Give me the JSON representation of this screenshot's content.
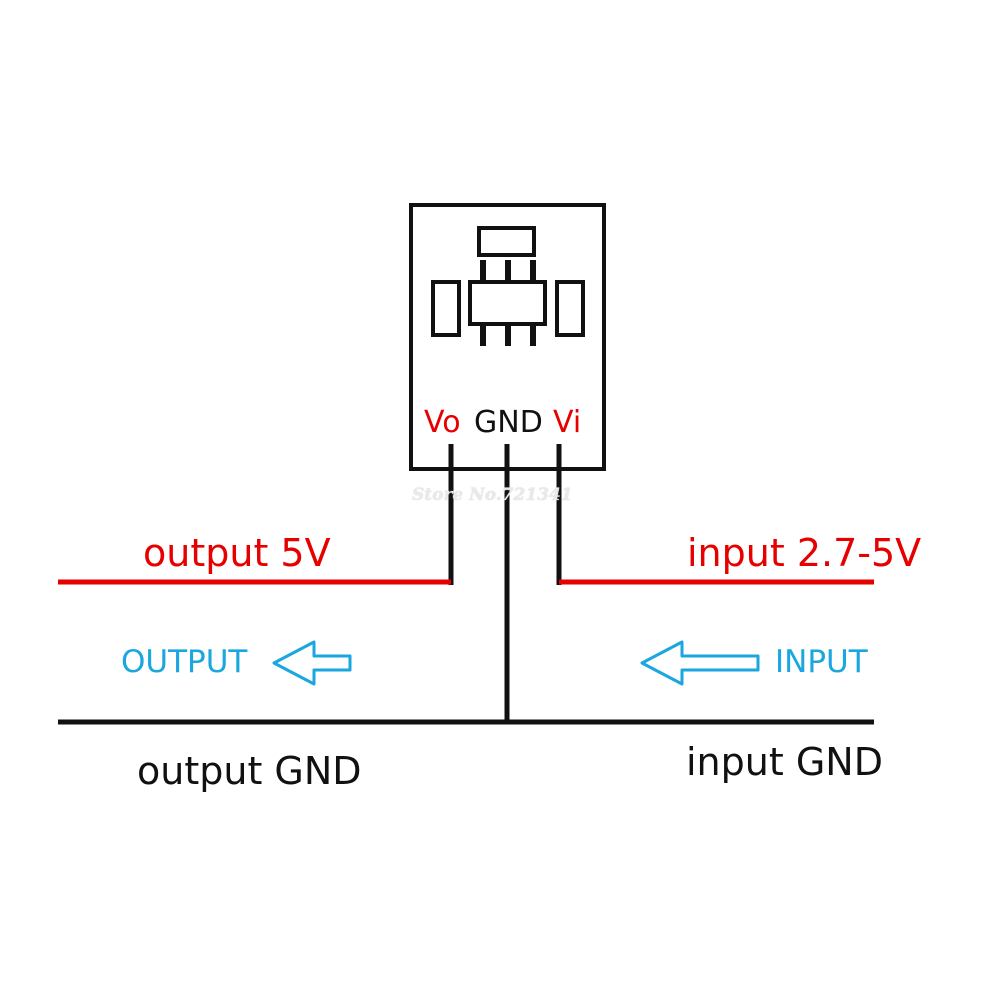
{
  "pins": {
    "vo": "Vo",
    "gnd": "GND",
    "vi": "Vi"
  },
  "labels": {
    "output_voltage": "output 5V",
    "input_voltage": "input 2.7-5V",
    "output_arrow": "OUTPUT",
    "input_arrow": "INPUT",
    "output_gnd": "output GND",
    "input_gnd": "input GND"
  },
  "watermark": "Store No.721341",
  "colors": {
    "voltage_line": "#e60000",
    "ground_line": "#111111",
    "arrow": "#1aa6df",
    "background": "#ffffff"
  },
  "icons": {
    "output_arrow": "left-arrow-icon",
    "input_arrow": "left-arrow-icon"
  }
}
